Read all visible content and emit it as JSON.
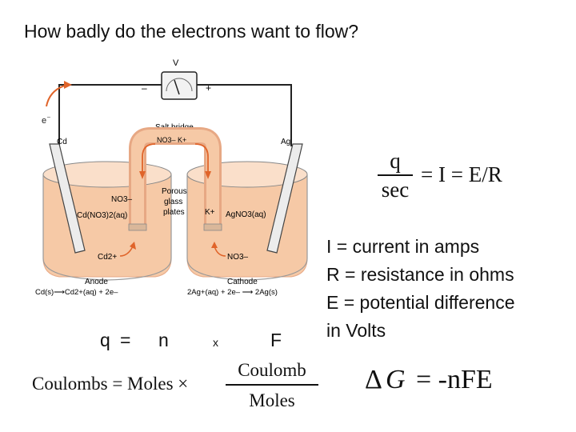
{
  "title": "How badly do the electrons want to flow?",
  "diagram": {
    "voltmeter_label": "V",
    "minus_sign": "–",
    "plus_sign": "+",
    "electron_label": "e",
    "electron_superscript": "–",
    "cd_electrode": "Cd",
    "ag_electrode": "Ag",
    "salt_bridge_label": "Salt bridge",
    "salt_bridge_ions": "NO3– K+",
    "porous_line1": "Porous",
    "porous_line2": "glass",
    "porous_line3": "plates",
    "left_nitrate": "NO3–",
    "left_solution": "Cd(NO3)2(aq)",
    "right_potassium": "K+",
    "right_solution": "AgNO3(aq)",
    "cd_ion": "Cd2+",
    "right_nitrate": "NO3–",
    "anode_label": "Anode",
    "anode_reaction": "Cd(s)⟶Cd2+(aq) + 2e–",
    "cathode_label": "Cathode",
    "cathode_reaction": "2Ag+(aq) + 2e– ⟶ 2Ag(s)",
    "colors": {
      "solution": "#f6c9a6",
      "solution_edge": "#e7a884",
      "arrow": "#e0642a",
      "wire": "#222222",
      "electrode": "#ececec"
    }
  },
  "current_equation": {
    "numerator": "q",
    "denominator": "sec",
    "rhs": "= I = E/R"
  },
  "definitions": {
    "i": "I = current in amps",
    "r": "R = resistance in ohms",
    "e": "E = potential difference",
    "e_cont": "in Volts"
  },
  "q_row": {
    "q": "q",
    "equals": "=",
    "n": "n",
    "times": "x",
    "f": "F"
  },
  "coulomb_equation": {
    "lhs": "Coulombs = Moles ×",
    "numerator": "Coulomb",
    "denominator": "Moles"
  },
  "free_energy": {
    "delta": "Δ",
    "g": "G",
    "rest": " = -nFE"
  }
}
